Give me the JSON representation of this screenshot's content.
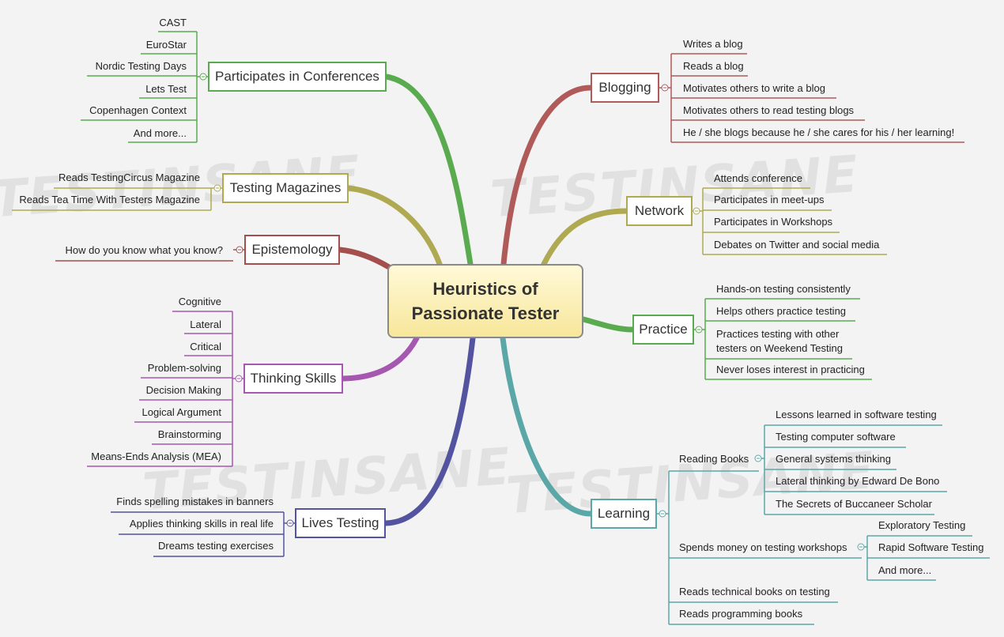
{
  "central": "Heuristics of\nPassionate Tester",
  "branches": {
    "conferences": {
      "label": "Participates in Conferences",
      "color": "#5aab4f",
      "items": [
        "CAST",
        "EuroStar",
        "Nordic Testing Days",
        "Lets Test",
        "Copenhagen Context",
        "And more..."
      ]
    },
    "magazines": {
      "label": "Testing Magazines",
      "color": "#afaa52",
      "items": [
        "Reads TestingCircus Magazine",
        "Reads Tea Time With Testers Magazine"
      ]
    },
    "epistemology": {
      "label": "Epistemology",
      "color": "#a44e4e",
      "items": [
        "How do you know what you know?"
      ]
    },
    "thinking": {
      "label": "Thinking Skills",
      "color": "#a658b0",
      "items": [
        "Cognitive",
        "Lateral",
        "Critical",
        "Problem-solving",
        "Decision Making",
        "Logical Argument",
        "Brainstorming",
        "Means-Ends Analysis (MEA)"
      ]
    },
    "lives": {
      "label": "Lives Testing",
      "color": "#5353a0",
      "items": [
        "Finds spelling mistakes in banners",
        "Applies thinking skills in real life",
        "Dreams testing exercises"
      ]
    },
    "blogging": {
      "label": "Blogging",
      "color": "#b05a5a",
      "items": [
        "Writes a blog",
        "Reads a blog",
        "Motivates others to write a blog",
        "Motivates others to read testing blogs",
        "He / she blogs because he / she cares for his / her learning!"
      ]
    },
    "network": {
      "label": "Network",
      "color": "#afaa52",
      "items": [
        "Attends conference",
        "Participates in meet-ups",
        "Participates in Workshops",
        "Debates on Twitter and social media"
      ]
    },
    "practice": {
      "label": "Practice",
      "color": "#5aab4f",
      "items": [
        "Hands-on testing consistently",
        "Helps others practice testing",
        "Practices testing with other testers on Weekend Testing",
        "Never loses interest in practicing"
      ]
    },
    "learning": {
      "label": "Learning",
      "color": "#5ba7a7",
      "reading_books": {
        "label": "Reading Books",
        "items": [
          "Lessons learned in software testing",
          "Testing computer software",
          "General systems thinking",
          "Lateral thinking by Edward De Bono",
          "The Secrets of Buccaneer Scholar"
        ]
      },
      "workshops": {
        "label": "Spends money on testing workshops",
        "items": [
          "Exploratory Testing",
          "Rapid Software Testing",
          "And more..."
        ]
      },
      "others": [
        "Reads technical books on testing",
        "Reads programming books"
      ]
    }
  }
}
